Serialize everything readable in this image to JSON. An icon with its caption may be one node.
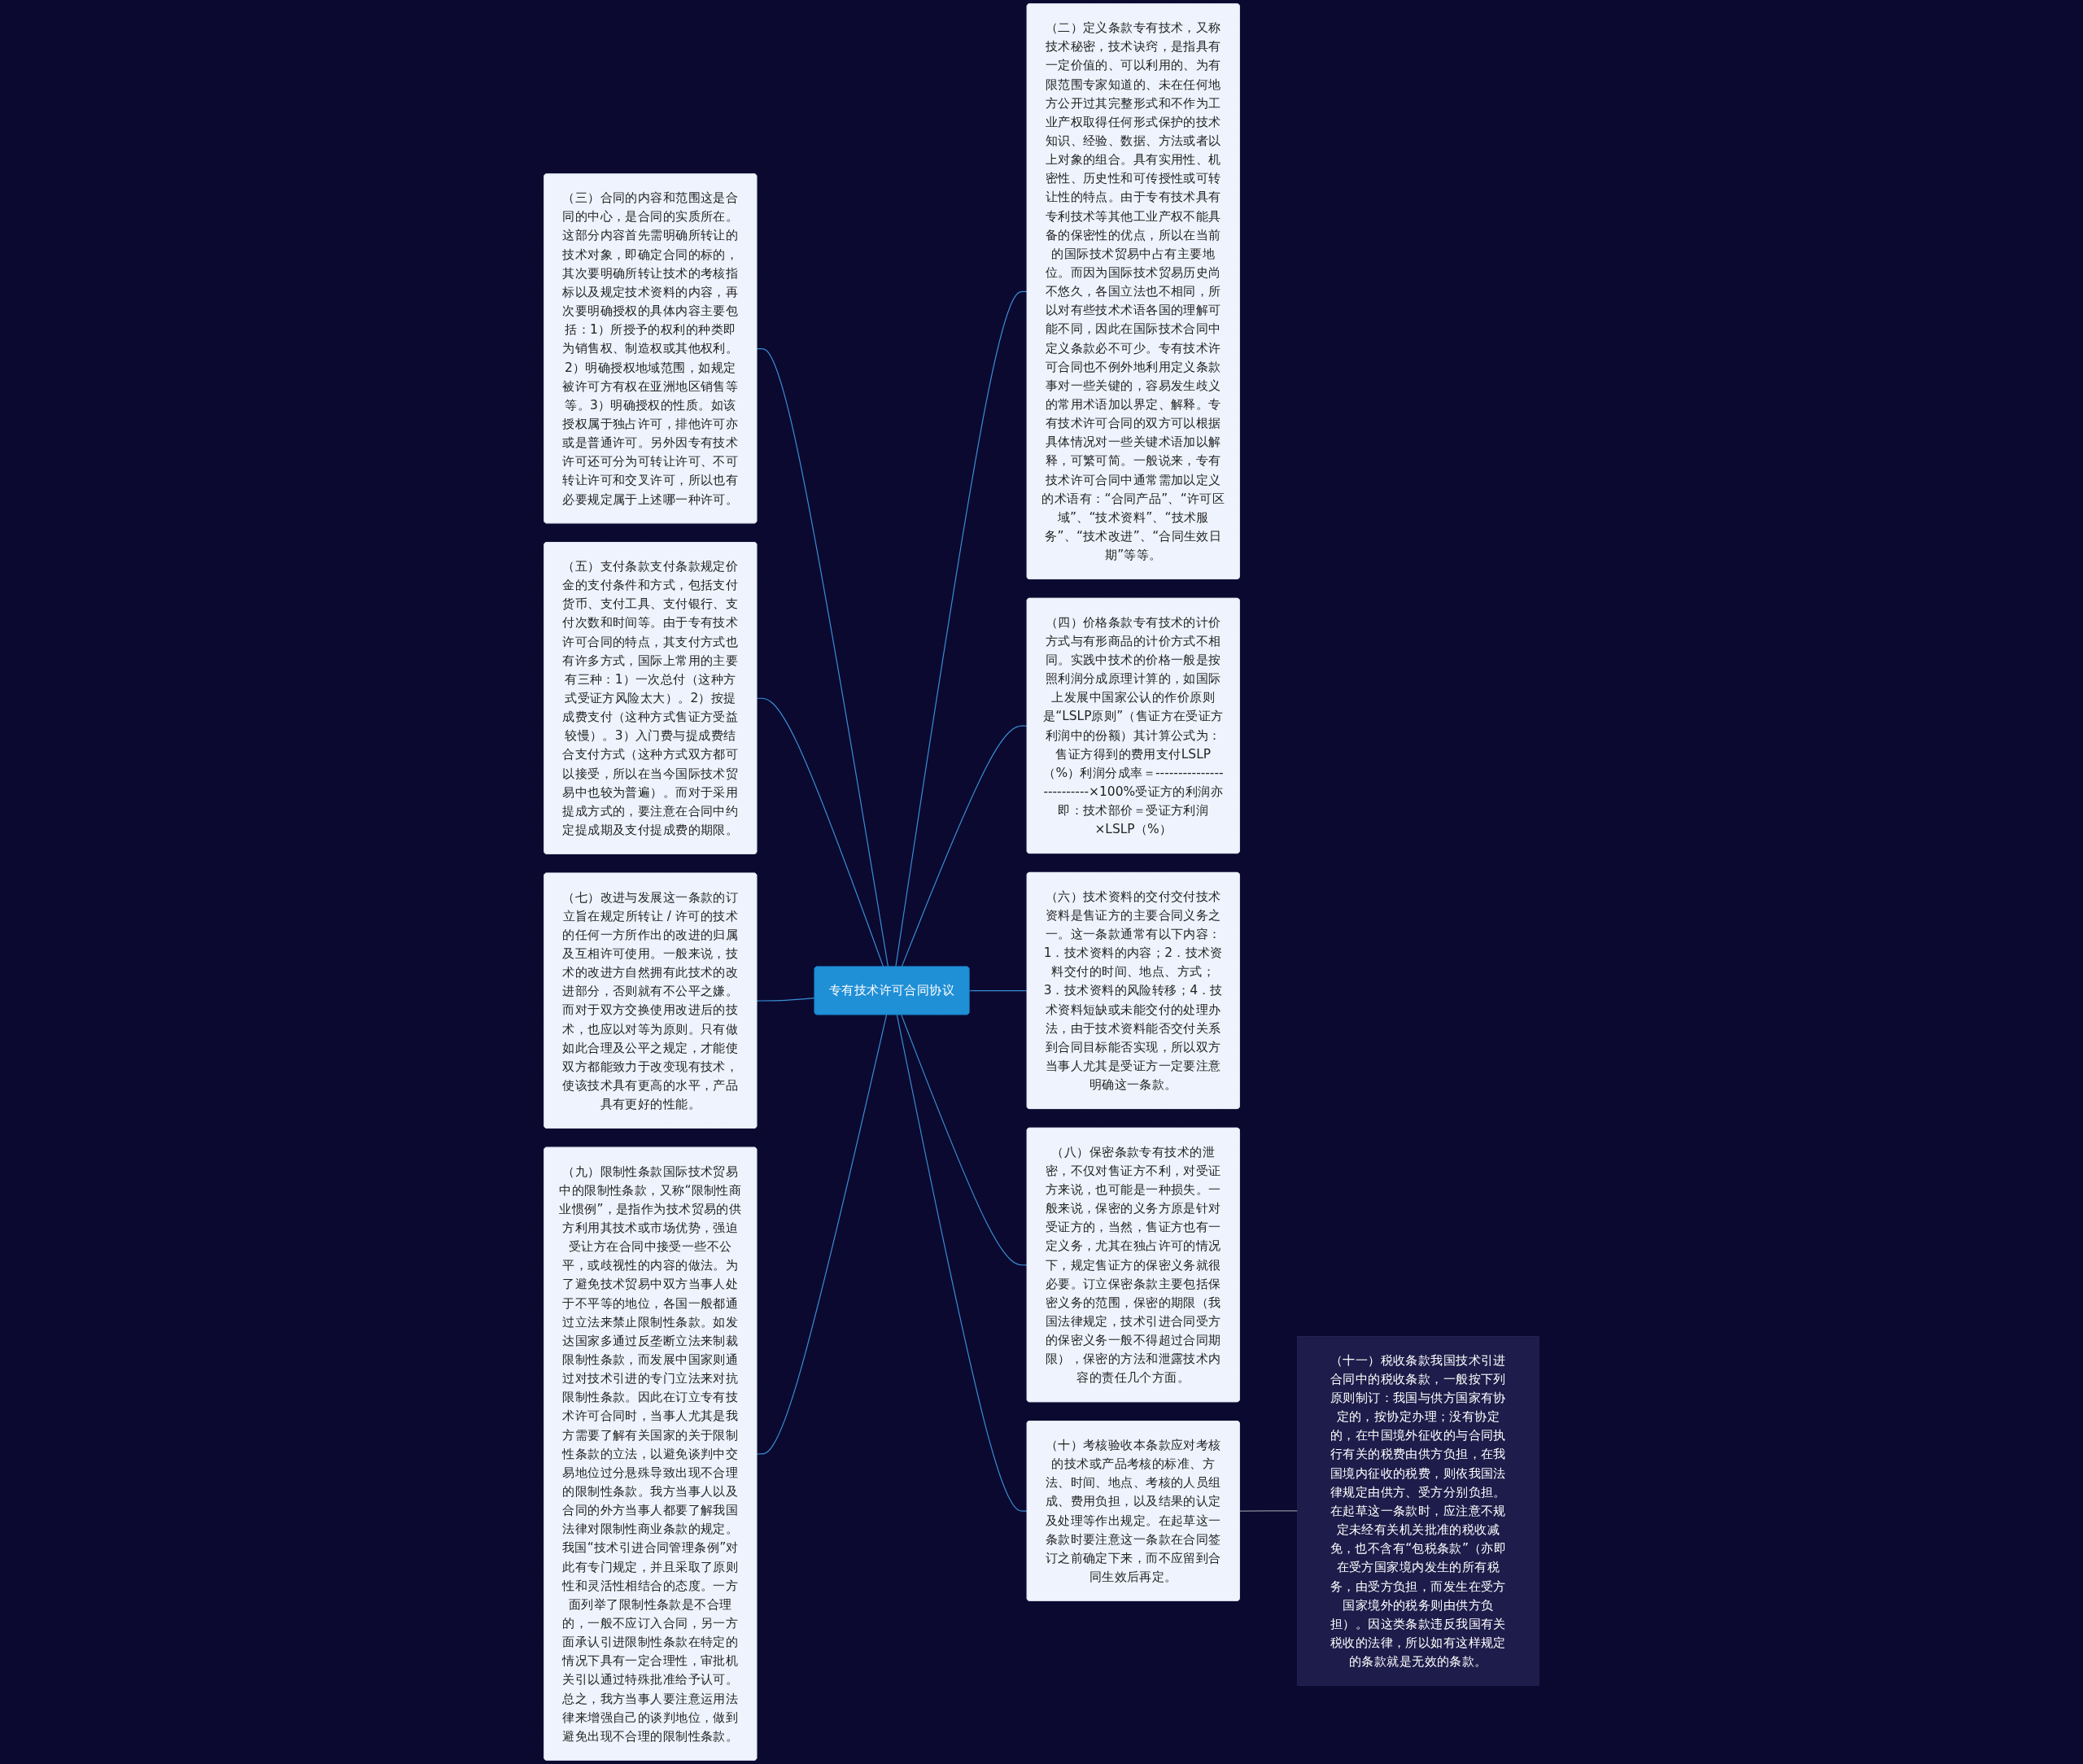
{
  "diagram": {
    "nodes": [
      {
        "text": [
          "专有技术许可合同协议"
        ]
      },
      {
        "text": [
          "（二）定义条款专有技术，又称技术秘密，技术诀窍，是指具有一定价值的、可以利用的、为有限范围专家知道的、未在任何地方公开过其完整形式和不作为工业产权取得任何形式保护的技术知识、经验、数据、方法或者以上对象的组合。具有实用性、机密性、历史性和可传授性或可转让性的特点。由于专有技术具有专利技术等其他工业产权不能具备的保密性的优点，所以在当前的国际技术贸易中占有主要地位。而因为国际技术贸易历史尚不悠久，各国立法也不相同，所以对有些技术术语各国的理解可能不同，因此在国际技术合同中定义条款必不可少。专有技术许可合同也不例外地利用定义条款事对一些关键的，容易发生歧义的常用术语加以界定、解释。专有技术许可合同的双方可以根据具体情况对一些关键术语加以解释，可繁可简。一般说来，专有技术许可合同中通常需加以定义的术语有：“合同产品”、“许可区域”、“技术资料”、“技术服务”、“技术改进”、“合同生效日期”等等。"
        ]
      },
      {
        "text": [
          "（三）合同的内容和范围这是合同的中心，是合同的实质所在。这部分内容首先需明确所转让的技术对象，即确定合同的标的，其次要明确所转让技术的考核指标以及规定技术资料的内容，再次要明确授权的具体内容主要包括：1）所授予的权利的种类即为销售权、制造权或其他权利。2）明确授权地域范围，如规定被许可方有权在亚洲地区销售等等。3）明确授权的性质。如该授权属于独占许可，排他许可亦或是普通许可。另外因专有技术许可还可分为可转让许可、不可转让许可和交叉许可，所以也有必要规定属于上述哪一种许可。"
        ]
      },
      {
        "text": [
          "（四）价格条款专有技术的计价方式与有形商品的计价方式不相同。实践中技术的价格一般是按照利润分成原理计算的，如国际上发展中国家公认的作价原则是“LSLP原则”（售证方在受证方利润中的份额）其计算公式为：售证方得到的费用支付LSLP（%）利润分成率＝-------------------------×100%受证方的利润亦即：技术部价＝受证方利润×LSLP（%）"
        ]
      },
      {
        "text": [
          "（五）支付条款支付条款规定价金的支付条件和方式，包括支付货币、支付工具、支付银行、支付次数和时间等。由于专有技术许可合同的特点，其支付方式也有许多方式，国际上常用的主要有三种：1）一次总付（这种方式受证方风险太大）。2）按提成费支付（这种方式售证方受益较慢）。3）入门费与提成费结合支付方式（这种方式双方都可以接受，所以在当今国际技术贸易中也较为普遍）。而对于采用提成方式的，要注意在合同中约定提成期及支付提成费的期限。"
        ]
      },
      {
        "text": [
          "（六）技术资料的交付交付技术资料是售证方的主要合同义务之一。这一条款通常有以下内容：1．技术资料的内容；2．技术资料交付的时间、地点、方式；3．技术资料的风险转移；4．技术资料短缺或未能交付的处理办法，由于技术资料能否交付关系到合同目标能否实现，所以双方当事人尤其是受证方一定要注意明确这一条款。"
        ]
      },
      {
        "text": [
          "（七）改进与发展这一条款的订立旨在规定所转让 / 许可的技术的任何一方所作出的改进的归属及互相许可使用。一般来说，技术的改进方自然拥有此技术的改进部分，否则就有不公平之嫌。而对于双方交换使用改进后的技术，也应以对等为原则。只有做如此合理及公平之规定，才能使双方都能致力于改变现有技术，使该技术具有更高的水平，产品具有更好的性能。"
        ]
      },
      {
        "text": [
          "（八）保密条款专有技术的泄密，不仅对售证方不利，对受证方来说，也可能是一种损失。一般来说，保密的义务方原是针对受证方的，当然，售证方也有一定义务，尤其在独占许可的情况下，规定售证方的保密义务就很必要。订立保密条款主要包括保密义务的范围，保密的期限（我国法律规定，技术引进合同受方的保密义务一般不得超过合同期限），保密的方法和泄露技术内容的责任几个方面。"
        ]
      },
      {
        "text": [
          "（九）限制性条款国际技术贸易中的限制性条款，又称“限制性商业惯例”，是指作为技术贸易的供方利用其技术或市场优势，强迫受让方在合同中接受一些不公平，或歧视性的内容的做法。为了避免技术贸易中双方当事人处于不平等的地位，各国一般都通过立法来禁止限制性条款。如发达国家多通过反垄断立法来制裁限制性条款，而发展中国家则通过对技术引进的专门立法来对抗限制性条款。因此在订立专有技术许可合同时，当事人尤其是我方需要了解有关国家的关于限制性条款的立法，以避免谈判中交易地位过分悬殊导致出现不合理的限制性条款。我方当事人以及合同的外方当事人都要了解我国法律对限制性商业条款的规定。我国“技术引进合同管理条例”对此有专门规定，并且采取了原则性和灵活性相结合的态度。一方面列举了限制性条款是不合理的，一般不应订入合同，另一方面承认引进限制性条款在特定的情况下具有一定合理性，审批机关引以通过特殊批准给予认可。总之，我方当事人要注意运用法律来增强自己的谈判地位，做到避免出现不合理的限制性条款。"
        ]
      },
      {
        "text": [
          "（十）考核验收本条款应对考核的技术或产品考核的标准、方法、时间、地点、考核的人员组成、费用负担，以及结果的认定及处理等作出规定。在起草这一条款时要注意这一条款在合同签订之前确定下来，而不应留到合同生效后再定。"
        ]
      },
      {
        "text": [
          "（十一）税收条款我国技术引进合同中的税收条款，一般按下列原则制订：我国与供方国家有协定的，按协定办理；没有协定的，在中国境外征收的与合同执行有关的税费由供方负担，在我国境内征收的税费，则依我国法律规定由供方、受方分别负担。在起草这一条款时，应注意不规定未经有关机关批准的税收减免，也不含有“包税条款”（亦即在受方国家境内发生的所有税务，由受方负担，而发生在受方国家境外的税务则由供方负担）。因这类条款违反我国有关税收的法律，所以如有这样规定的条款就是无效的条款。"
        ]
      }
    ],
    "edges": [
      {
        "from": 0,
        "to": 1,
        "arrow": "none"
      },
      {
        "from": 0,
        "to": 2,
        "arrow": "none"
      },
      {
        "from": 0,
        "to": 3,
        "arrow": "none"
      },
      {
        "from": 0,
        "to": 4,
        "arrow": "none"
      },
      {
        "from": 0,
        "to": 5,
        "arrow": "none"
      },
      {
        "from": 0,
        "to": 6,
        "arrow": "none"
      },
      {
        "from": 0,
        "to": 7,
        "arrow": "none"
      },
      {
        "from": 0,
        "to": 8,
        "arrow": "none"
      },
      {
        "from": 0,
        "to": 9,
        "arrow": "none"
      },
      {
        "from": 9,
        "to": 10,
        "arrow": "none",
        "color": "#8a8a9a"
      }
    ]
  }
}
